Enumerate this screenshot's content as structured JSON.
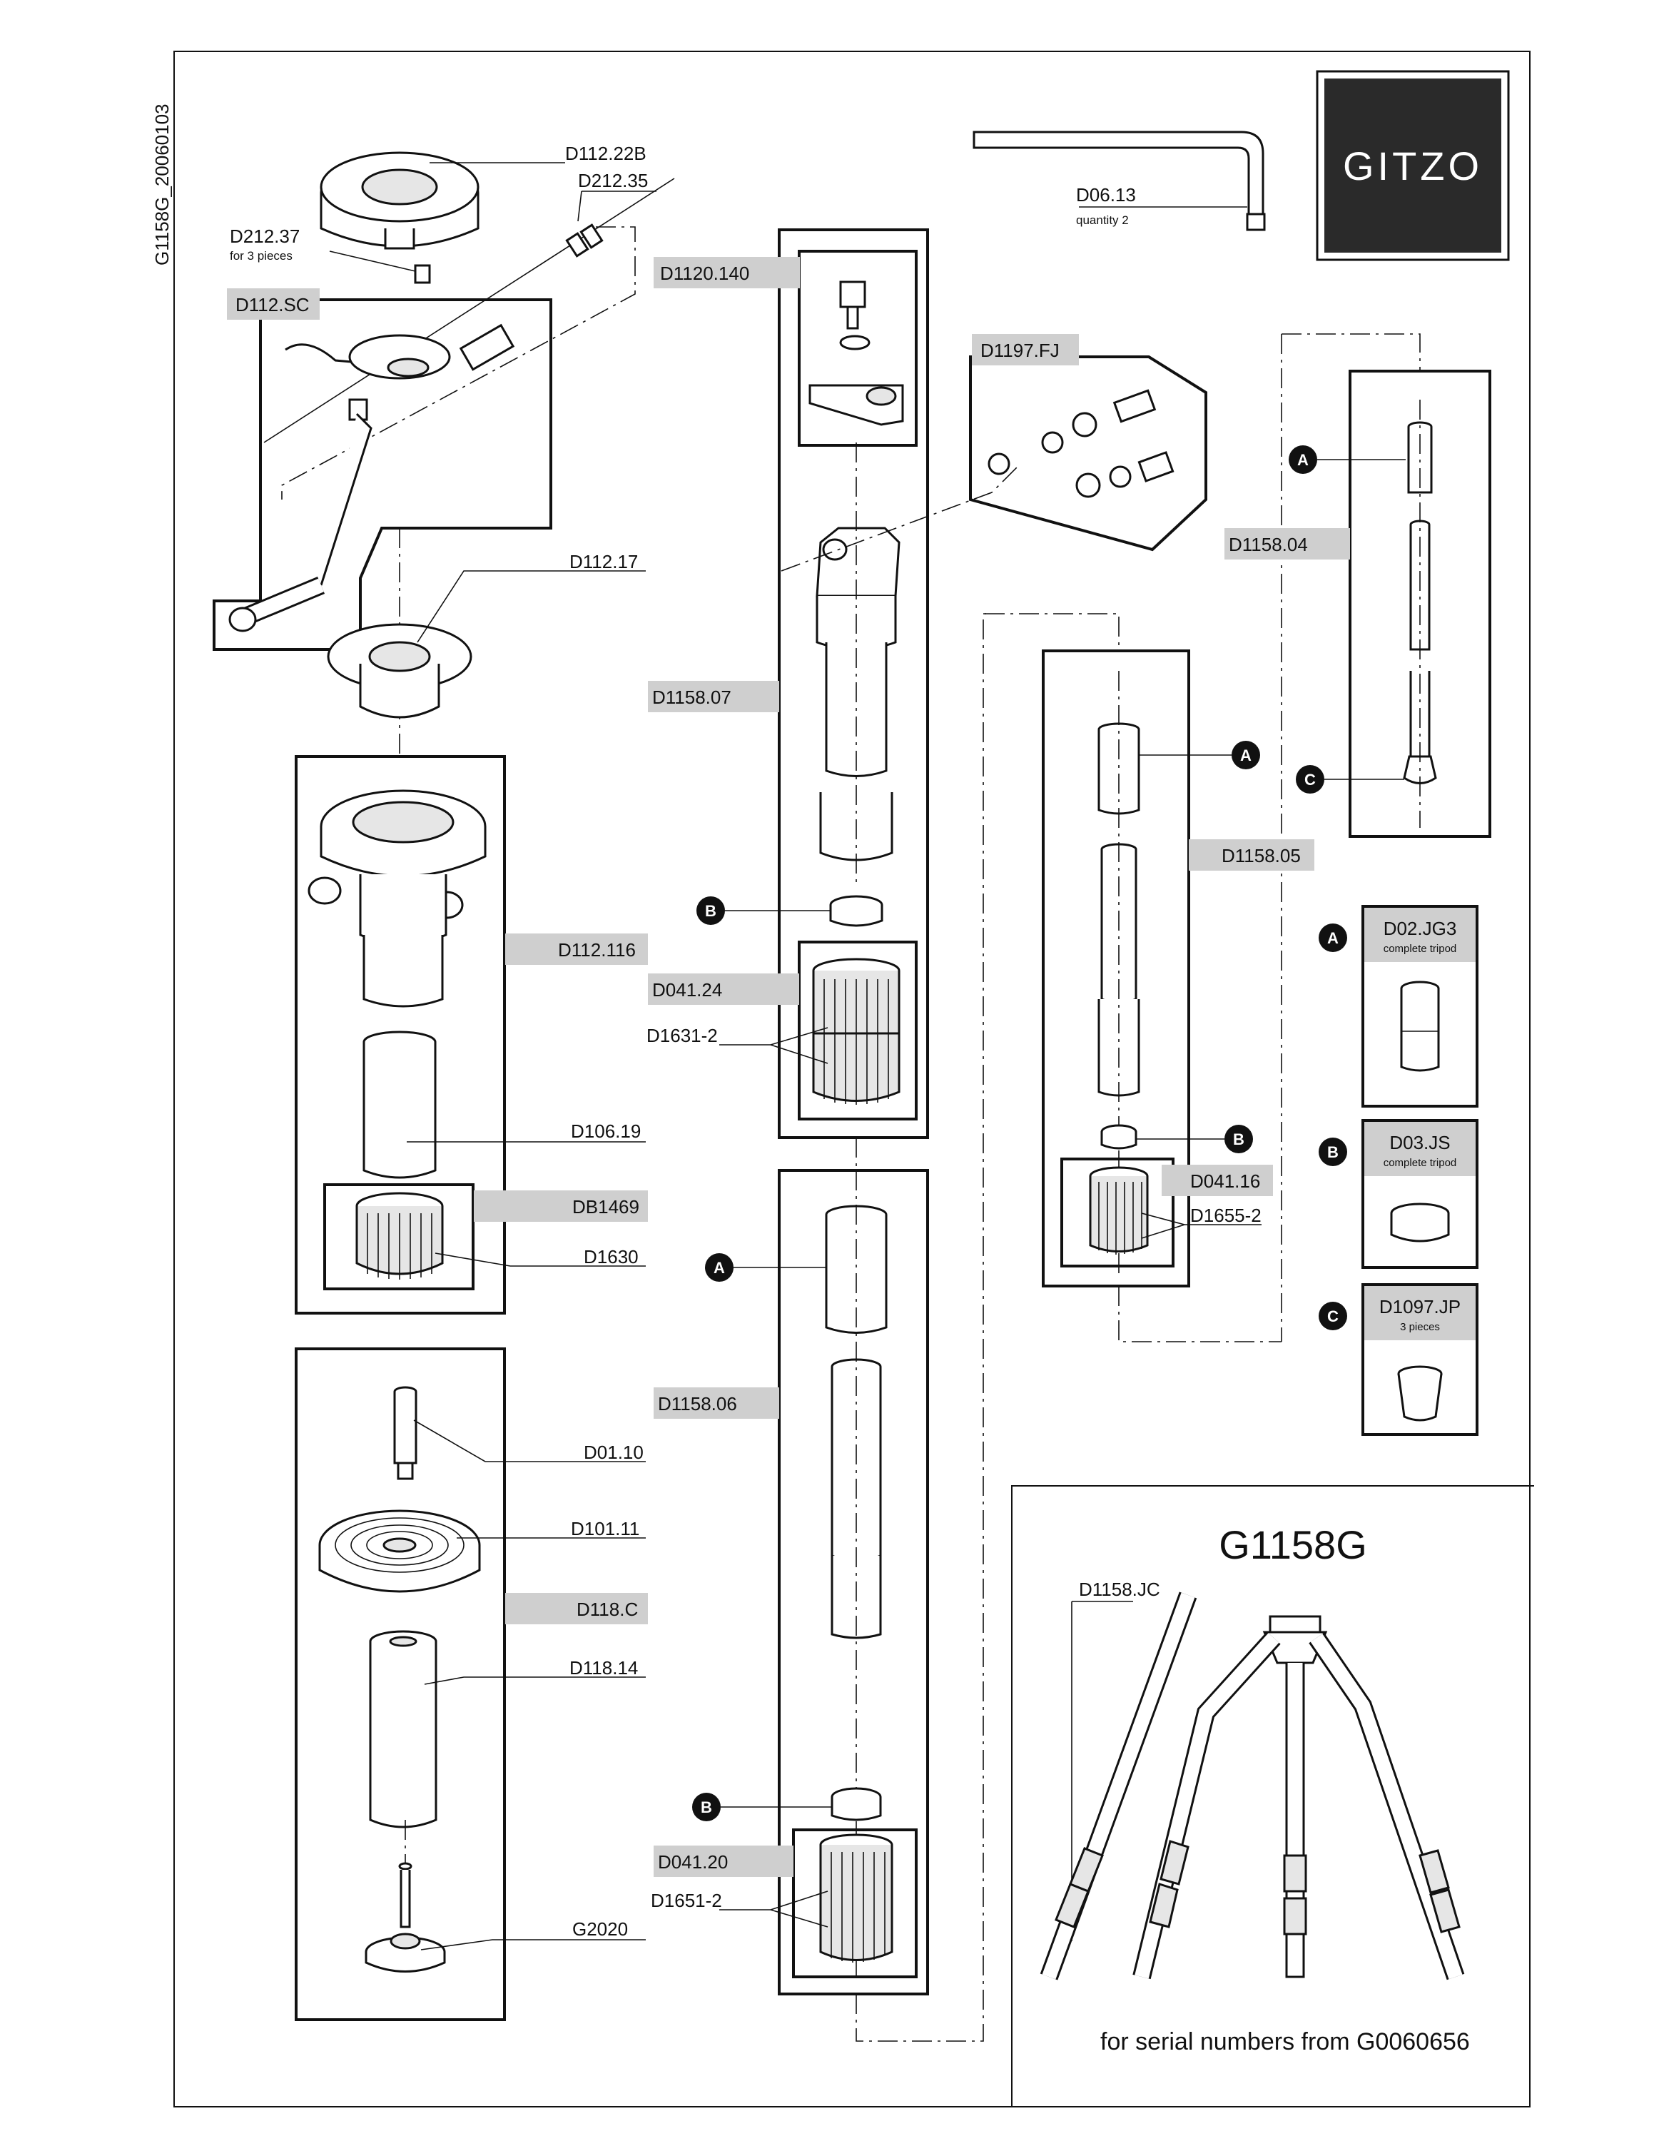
{
  "document": {
    "code": "G1158G_20060103",
    "model": "G1158G",
    "serial_note": "for serial numbers from G0060656",
    "logo_text": "GITZO"
  },
  "markers": {
    "a": "A",
    "b": "B",
    "c": "C"
  },
  "labels": {
    "d112_22b": "D112.22B",
    "d212_35": "D212.35",
    "d212_37": "D212.37",
    "d212_37_note": "for 3 pieces",
    "d112_sc": "D112.SC",
    "d112_17": "D112.17",
    "d112_116": "D112.116",
    "d106_19": "D106.19",
    "db1469": "DB1469",
    "d1630": "D1630",
    "d01_10": "D01.10",
    "d101_11": "D101.11",
    "d118_c": "D118.C",
    "d118_14": "D118.14",
    "g2020": "G2020",
    "d1120_140": "D1120.140",
    "d1158_07": "D1158.07",
    "d041_24": "D041.24",
    "d1631_2": "D1631-2",
    "d1158_06": "D1158.06",
    "d041_20": "D041.20",
    "d1651_2": "D1651-2",
    "d06_13": "D06.13",
    "d06_13_note": "quantity 2",
    "d1197_fj": "D1197.FJ",
    "d1158_04": "D1158.04",
    "d1158_05": "D1158.05",
    "d041_16": "D041.16",
    "d1655_2": "D1655-2",
    "d1158_jc": "D1158.JC"
  },
  "kits": {
    "a": {
      "code": "D02.JG3",
      "note": "complete tripod"
    },
    "b": {
      "code": "D03.JS",
      "note": "complete tripod"
    },
    "c": {
      "code": "D1097.JP",
      "note": "3 pieces"
    }
  },
  "colors": {
    "label_fill": "#cfcfcf",
    "line": "#111111",
    "logo_bg": "#2a2a2a"
  }
}
